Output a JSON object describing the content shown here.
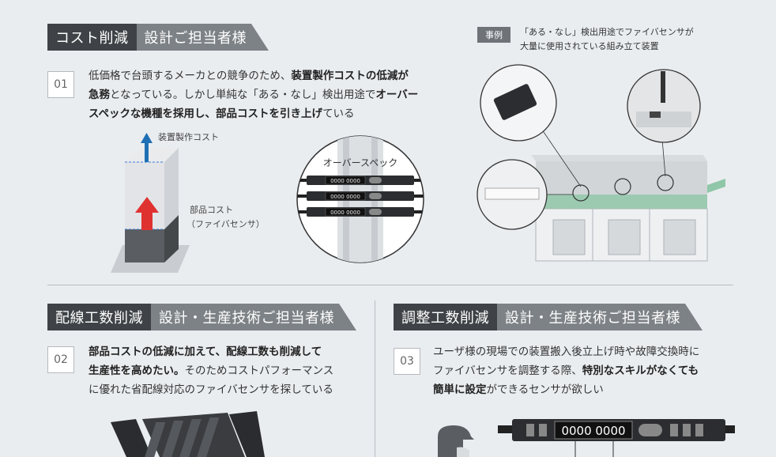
{
  "section1": {
    "title_main": "コスト削減",
    "title_sub": "設計ご担当者様",
    "number": "01",
    "text": {
      "p1": "低価格で台頭するメーカとの競争のため、",
      "b1": "装置製作コストの低減が",
      "b2": "急務",
      "p2": "となっている。しかし単純な「ある・なし」検出用途で",
      "b3": "オーバー",
      "b4": "スペックな機種を採用し、部品コストを引き上げ",
      "p3": "ている"
    },
    "diagram": {
      "label_top": "装置製作コスト",
      "label_mid1": "部品コスト",
      "label_mid2": "（ファイバセンサ）",
      "overspec": "オーバースペック",
      "display": "0000 0000"
    }
  },
  "case": {
    "tag": "事例",
    "line1": "「ある・なし」検出用途でファイバセンサが",
    "line2": "大量に使用されている組み立て装置"
  },
  "section2": {
    "title_main": "配線工数削減",
    "title_sub": "設計・生産技術ご担当者様",
    "number": "02",
    "text": {
      "b1": "部品コストの低減に加えて、配線工数も削減して",
      "b2": "生産性を高めたい。",
      "p1": "そのためコストパフォーマンス",
      "p2": "に優れた省配線対応のファイバセンサを探している"
    }
  },
  "section3": {
    "title_main": "調整工数削減",
    "title_sub": "設計・生産技術ご担当者様",
    "number": "03",
    "text": {
      "p1": "ユーザ様の現場での装置搬入後立上げ時や故障交換時に",
      "p2": "ファイバセンサを調整する際、",
      "b1": "特別なスキルがなくても",
      "b2": "簡単に設定",
      "p3": "ができるセンサが欲しい"
    },
    "display": "0000 0000"
  },
  "colors": {
    "header_dark": "#3f4347",
    "header_light": "#7d8286",
    "arrow_blue": "#1f6fb5",
    "arrow_red": "#e03131",
    "background": "#eaedf0"
  }
}
